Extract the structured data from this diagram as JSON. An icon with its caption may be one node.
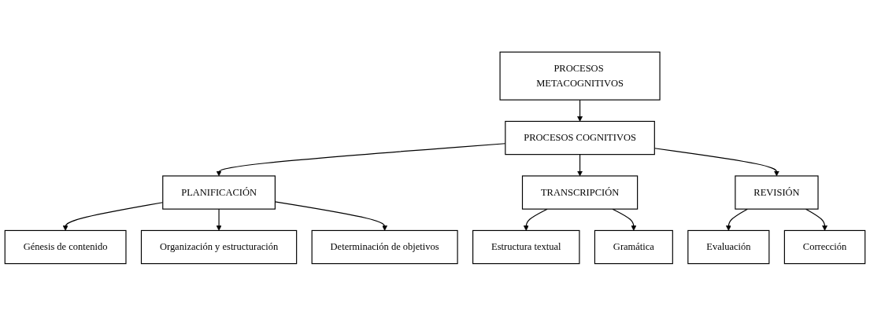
{
  "diagram": {
    "nodes": [
      {
        "text": [
          "PROCESOS METACOGNITIVOS"
        ]
      },
      {
        "text": [
          "PROCESOS COGNITIVOS"
        ]
      },
      {
        "text": [
          "PLANIFICACIÓN"
        ]
      },
      {
        "text": [
          "TRANSCRIPCIÓN"
        ]
      },
      {
        "text": [
          "REVISIÓN"
        ]
      },
      {
        "text": [
          "Génesis de contenido"
        ]
      },
      {
        "text": [
          "Organización y estructuración"
        ]
      },
      {
        "text": [
          "Determinación de objetivos"
        ]
      },
      {
        "text": [
          "Estructura textual"
        ]
      },
      {
        "text": [
          "Gramática"
        ]
      },
      {
        "text": [
          "Evaluación"
        ]
      },
      {
        "text": [
          "Corrección"
        ]
      }
    ],
    "edges": [
      {
        "from": 0,
        "to": 1,
        "arrow": "to"
      },
      {
        "from": 1,
        "to": 2,
        "arrow": "to"
      },
      {
        "from": 1,
        "to": 3,
        "arrow": "to"
      },
      {
        "from": 1,
        "to": 4,
        "arrow": "to"
      },
      {
        "from": 2,
        "to": 5,
        "arrow": "to"
      },
      {
        "from": 2,
        "to": 6,
        "arrow": "to"
      },
      {
        "from": 2,
        "to": 7,
        "arrow": "to"
      },
      {
        "from": 3,
        "to": 8,
        "arrow": "to"
      },
      {
        "from": 3,
        "to": 9,
        "arrow": "to"
      },
      {
        "from": 4,
        "to": 10,
        "arrow": "to"
      },
      {
        "from": 4,
        "to": 11,
        "arrow": "to"
      }
    ]
  }
}
